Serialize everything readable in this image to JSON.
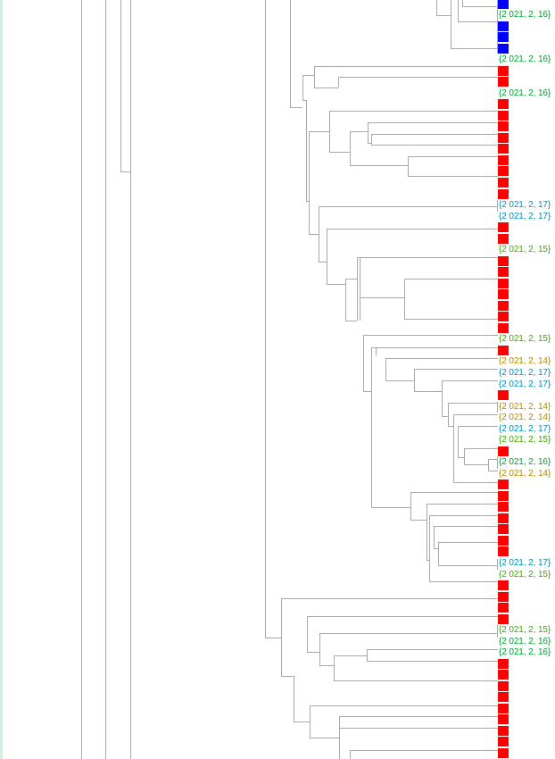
{
  "colors": {
    "branch": "#a8a8a8",
    "sequence_blue": "#0000ff",
    "sequence_red": "#ff0000",
    "date_2021_02_14": "#b58a00",
    "date_2021_02_15": "#3da600",
    "date_2021_02_16": "#00a030",
    "date_2021_02_17": "#0090b8"
  },
  "legend_note": "",
  "leaves": [
    {
      "kind": "box",
      "color": "blue"
    },
    {
      "kind": "label",
      "text": "{2 021, 2, 16}",
      "color": "date_2021_02_16"
    },
    {
      "kind": "box",
      "color": "blue"
    },
    {
      "kind": "box",
      "color": "blue"
    },
    {
      "kind": "box",
      "color": "blue"
    },
    {
      "kind": "label",
      "text": "{2 021, 2, 16}",
      "color": "date_2021_02_16"
    },
    {
      "kind": "box",
      "color": "red"
    },
    {
      "kind": "box",
      "color": "red"
    },
    {
      "kind": "label",
      "text": "{2 021, 2, 16}",
      "color": "date_2021_02_16"
    },
    {
      "kind": "box",
      "color": "red"
    },
    {
      "kind": "box",
      "color": "red"
    },
    {
      "kind": "box",
      "color": "red"
    },
    {
      "kind": "box",
      "color": "red"
    },
    {
      "kind": "box",
      "color": "red"
    },
    {
      "kind": "box",
      "color": "red"
    },
    {
      "kind": "box",
      "color": "red"
    },
    {
      "kind": "box",
      "color": "red"
    },
    {
      "kind": "box",
      "color": "red"
    },
    {
      "kind": "label",
      "text": "{2 021, 2, 17}",
      "color": "date_2021_02_17"
    },
    {
      "kind": "label",
      "text": "{2 021, 2, 17}",
      "color": "date_2021_02_17"
    },
    {
      "kind": "box",
      "color": "red"
    },
    {
      "kind": "box",
      "color": "red"
    },
    {
      "kind": "label",
      "text": "{2 021, 2, 15}",
      "color": "date_2021_02_15"
    },
    {
      "kind": "box",
      "color": "red"
    },
    {
      "kind": "box",
      "color": "red"
    },
    {
      "kind": "box",
      "color": "red"
    },
    {
      "kind": "box",
      "color": "red"
    },
    {
      "kind": "box",
      "color": "red"
    },
    {
      "kind": "box",
      "color": "red"
    },
    {
      "kind": "box",
      "color": "red"
    },
    {
      "kind": "label",
      "text": "{2 021, 2, 15}",
      "color": "date_2021_02_15"
    },
    {
      "kind": "box",
      "color": "red"
    },
    {
      "kind": "label",
      "text": "{2 021, 2, 14}",
      "color": "date_2021_02_14"
    },
    {
      "kind": "label",
      "text": "{2 021, 2, 17}",
      "color": "date_2021_02_17"
    },
    {
      "kind": "label",
      "text": "{2 021, 2, 17}",
      "color": "date_2021_02_17"
    },
    {
      "kind": "box",
      "color": "red"
    },
    {
      "kind": "label",
      "text": "{2 021, 2, 14}",
      "color": "date_2021_02_14"
    },
    {
      "kind": "label",
      "text": "{2 021, 2, 14}",
      "color": "date_2021_02_14"
    },
    {
      "kind": "label",
      "text": "{2 021, 2, 17}",
      "color": "date_2021_02_17"
    },
    {
      "kind": "label",
      "text": "{2 021, 2, 15}",
      "color": "date_2021_02_15"
    },
    {
      "kind": "box",
      "color": "red"
    },
    {
      "kind": "label",
      "text": "{2 021, 2, 16}",
      "color": "date_2021_02_16"
    },
    {
      "kind": "label",
      "text": "{2 021, 2, 14}",
      "color": "date_2021_02_14"
    },
    {
      "kind": "box",
      "color": "red"
    },
    {
      "kind": "box",
      "color": "red"
    },
    {
      "kind": "box",
      "color": "red"
    },
    {
      "kind": "box",
      "color": "red"
    },
    {
      "kind": "box",
      "color": "red"
    },
    {
      "kind": "box",
      "color": "red"
    },
    {
      "kind": "box",
      "color": "red"
    },
    {
      "kind": "label",
      "text": "{2 021, 2, 17}",
      "color": "date_2021_02_17"
    },
    {
      "kind": "label",
      "text": "{2 021, 2, 15}",
      "color": "date_2021_02_15"
    },
    {
      "kind": "box",
      "color": "red"
    },
    {
      "kind": "box",
      "color": "red"
    },
    {
      "kind": "box",
      "color": "red"
    },
    {
      "kind": "box",
      "color": "red"
    },
    {
      "kind": "label",
      "text": "{2 021, 2, 15}",
      "color": "date_2021_02_15"
    },
    {
      "kind": "label",
      "text": "{2 021, 2, 16}",
      "color": "date_2021_02_16"
    },
    {
      "kind": "label",
      "text": "{2 021, 2, 16}",
      "color": "date_2021_02_16"
    },
    {
      "kind": "box",
      "color": "red"
    },
    {
      "kind": "box",
      "color": "red"
    },
    {
      "kind": "box",
      "color": "red"
    },
    {
      "kind": "box",
      "color": "red"
    },
    {
      "kind": "box",
      "color": "red"
    },
    {
      "kind": "box",
      "color": "red"
    },
    {
      "kind": "box",
      "color": "red"
    },
    {
      "kind": "box",
      "color": "red"
    },
    {
      "kind": "box",
      "color": "red"
    }
  ]
}
